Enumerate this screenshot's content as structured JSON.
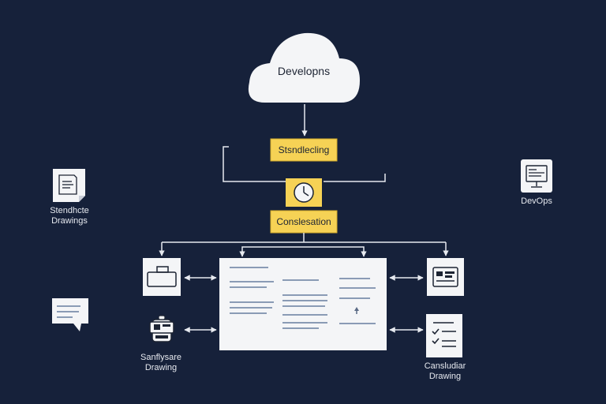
{
  "cloud": {
    "label": "Developns"
  },
  "steps": {
    "top": "Stsndlecling",
    "bottom": "Conslesation"
  },
  "side_labels": {
    "left_top": [
      "Stendhcte",
      "Drawings"
    ],
    "right_top": "DevOps",
    "left_bottom": [
      "Sanflysare",
      "Drawing"
    ],
    "right_bottom": [
      "Cansludiar",
      "Drawing"
    ]
  },
  "colors": {
    "background": "#16213a",
    "accent_yellow": "#f6d255",
    "box_white": "#f4f5f7",
    "line": "#e6e9ef",
    "doc_line": "#8a9bb5"
  },
  "icons": {
    "left_top": "document-icon",
    "right_top": "monitor-icon",
    "chat": "chat-bubble-icon",
    "left_device": "device-icon",
    "left_bottom": "mobile-device-icon",
    "right_device": "dashboard-icon",
    "right_bottom": "checklist-icon",
    "clock": "clock-icon"
  }
}
